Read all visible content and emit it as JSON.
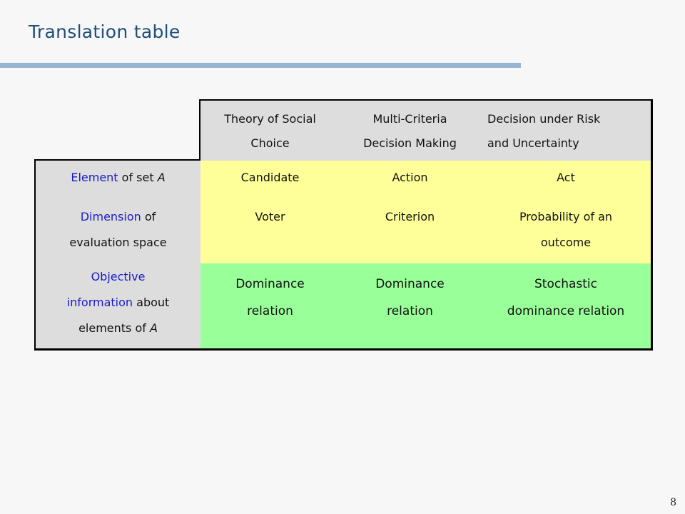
{
  "title": "Translation table",
  "page_number": "8",
  "table": {
    "headers": [
      [
        "Theory of Social",
        "Choice"
      ],
      [
        "Multi-Criteria",
        "Decision Making"
      ],
      [
        "Decision under Risk",
        "and Uncertainty"
      ]
    ],
    "rows": [
      {
        "label_parts": [
          "Element",
          " of set ",
          "A"
        ],
        "cells": [
          [
            "Candidate"
          ],
          [
            "Action"
          ],
          [
            "Act"
          ]
        ]
      },
      {
        "label_line1_parts": [
          "Dimension",
          " of"
        ],
        "label_line2": "evaluation space",
        "cells": [
          [
            "Voter"
          ],
          [
            "Criterion"
          ],
          [
            "Probability of an",
            "outcome"
          ]
        ]
      },
      {
        "label_line1": "Objective",
        "label_line2_parts": [
          "information",
          " about"
        ],
        "label_line3_parts": [
          "elements of ",
          "A"
        ],
        "cells": [
          [
            "Dominance",
            "relation"
          ],
          [
            "Dominance",
            "relation"
          ],
          [
            "Stochastic",
            "dominance relation"
          ]
        ]
      }
    ]
  },
  "colors": {
    "title": "#1f4e79",
    "header_fill": "#dddddd",
    "yellow_fill": "#ffff99",
    "green_fill": "#99ff99",
    "label_blue": "#1a1acc",
    "rule": "#97b4d4"
  }
}
